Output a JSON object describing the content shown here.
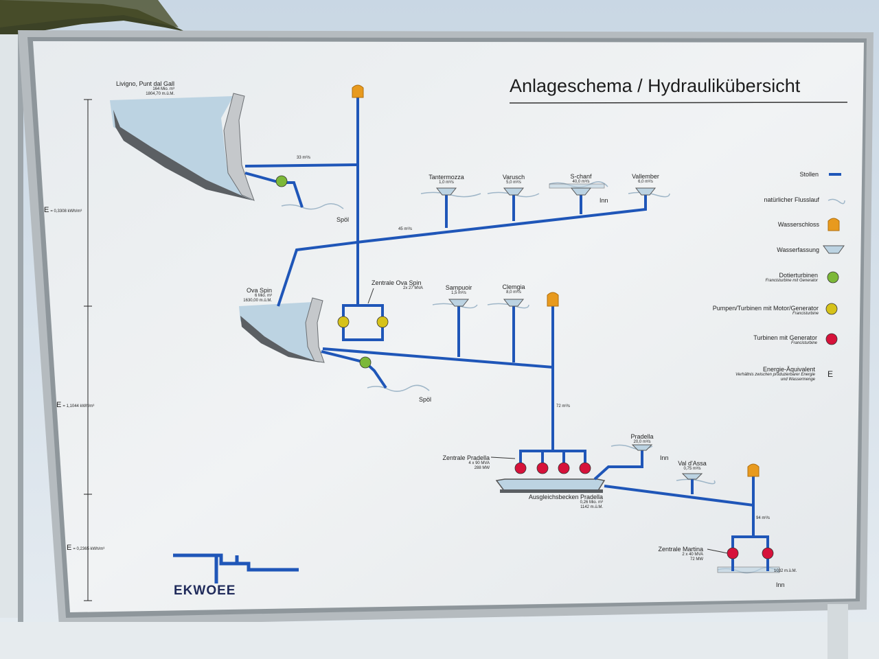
{
  "title": "Anlageschema / Hydraulikübersicht",
  "logo": {
    "text": "EKWOEE"
  },
  "colors": {
    "pipe": "#1f56b8",
    "board": "#eef1f2",
    "water": "#bcd3e2",
    "surge": "#e89a1e",
    "dotier": "#7cb838",
    "pump": "#d6c21a",
    "turbine": "#d6123a"
  },
  "energy": [
    {
      "label": "E",
      "value": "= 0,3308 kWh/m³"
    },
    {
      "label": "E",
      "value": "= 1,1044 kWh/m³"
    },
    {
      "label": "E",
      "value": "= 0,2365 kWh/m³"
    }
  ],
  "reservoirs": {
    "livigno": {
      "name": "Livigno, Punt dal Gall",
      "volume": "164 Mio. m³",
      "level": "1804,70 m.ü.M."
    },
    "ova_spin": {
      "name": "Ova Spin",
      "volume": "6 Mio. m³",
      "level": "1630,00 m.ü.M."
    },
    "pradella": {
      "name": "Ausgleichsbecken Pradella",
      "volume": "0,26 Mio. m³",
      "level": "1142 m.ü.M."
    }
  },
  "flows": {
    "livigno": "33 m³/s",
    "main": "45 m³/s",
    "pradella": "72 m³/s",
    "martina": "94 m³/s"
  },
  "intakes": [
    {
      "name": "Tantermozza",
      "flow": "1,0 m³/s"
    },
    {
      "name": "Varusch",
      "flow": "5,0 m³/s"
    },
    {
      "name": "S-chanf",
      "flow": "40,0 m³/s"
    },
    {
      "name": "Vallember",
      "flow": "6,0 m³/s"
    },
    {
      "name": "Sampuoir",
      "flow": "1,5 m³/s"
    },
    {
      "name": "Clemgia",
      "flow": "8,0 m³/s"
    },
    {
      "name": "Pradella",
      "flow": "20,0 m³/s"
    },
    {
      "name": "Val d'Assa",
      "flow": "0,75 m³/s"
    }
  ],
  "rivers": {
    "spol1": "Spöl",
    "spol2": "Spöl",
    "inn1": "Inn",
    "inn2": "Inn",
    "inn3": "Inn"
  },
  "stations": {
    "ova_spin": {
      "name": "Zentrale Ova Spin",
      "spec": "2x 27 MVA"
    },
    "pradella": {
      "name": "Zentrale Pradella",
      "spec1": "4 x 90 MVA",
      "spec2": "288 MW"
    },
    "martina": {
      "name": "Zentrale Martina",
      "spec1": "2 x 40 MVA",
      "spec2": "72 MW",
      "level": "1032 m.ü.M."
    }
  },
  "legend": [
    {
      "label": "Stollen",
      "icon": "tunnel-icon"
    },
    {
      "label": "natürlicher Flusslauf",
      "icon": "river-icon"
    },
    {
      "label": "Wasserschloss",
      "icon": "surge-tank-icon"
    },
    {
      "label": "Wasserfassung",
      "icon": "water-intake-icon"
    },
    {
      "label": "Dotierturbinen",
      "sub": "Francisturbine mit Generator",
      "icon": "dotier-turbine-icon"
    },
    {
      "label": "Pumpen/Turbinen mit Motor/Generator",
      "sub": "Francisturbine",
      "icon": "pump-turbine-icon"
    },
    {
      "label": "Turbinen mit Generator",
      "sub": "Francisturbine",
      "icon": "turbine-icon"
    },
    {
      "label": "Energie-Äquivalent",
      "sub": "Verhältnis zwischen produzierbarer Energie",
      "sub2": "und Wassermenge",
      "icon": "energy-equivalent-icon",
      "symbol": "E"
    }
  ]
}
